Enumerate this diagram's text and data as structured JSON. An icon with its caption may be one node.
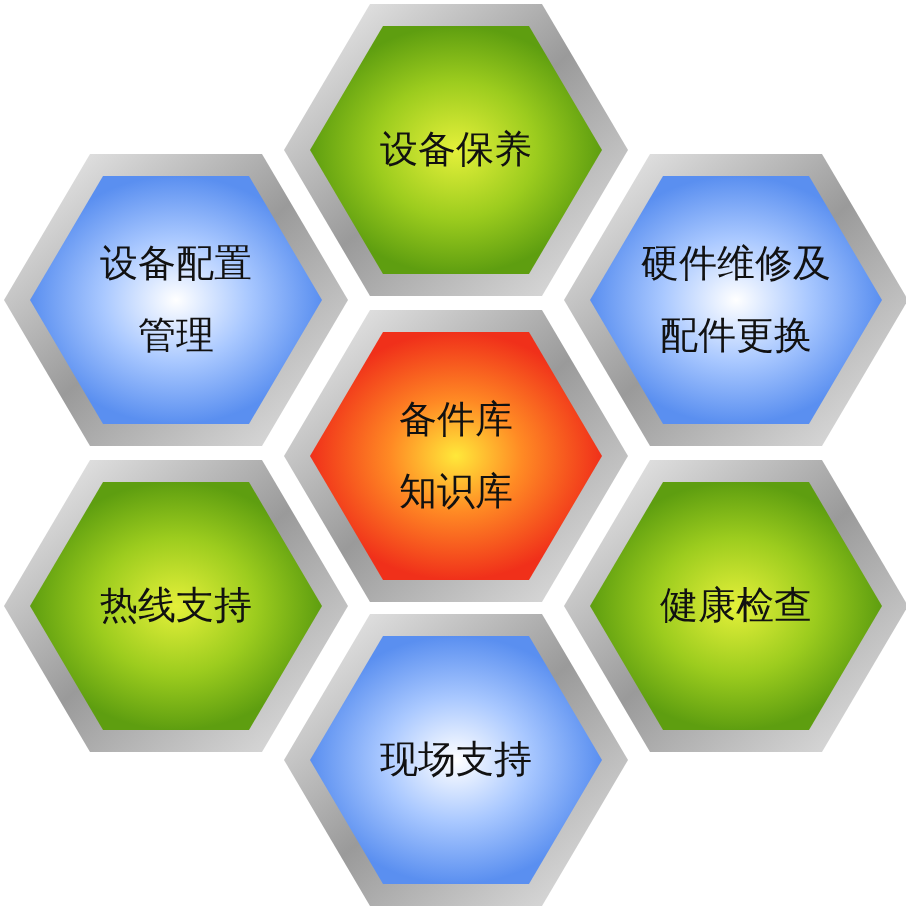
{
  "diagram": {
    "nodes": [
      {
        "text": [
          "设备保养"
        ]
      },
      {
        "text": [
          "设备配置管理"
        ]
      },
      {
        "text": [
          "硬件维修及配件更换"
        ]
      },
      {
        "text": [
          "备件库知识库"
        ]
      },
      {
        "text": [
          "热线支持"
        ]
      },
      {
        "text": [
          "健康检查"
        ]
      },
      {
        "text": [
          "现场支持"
        ]
      }
    ]
  }
}
